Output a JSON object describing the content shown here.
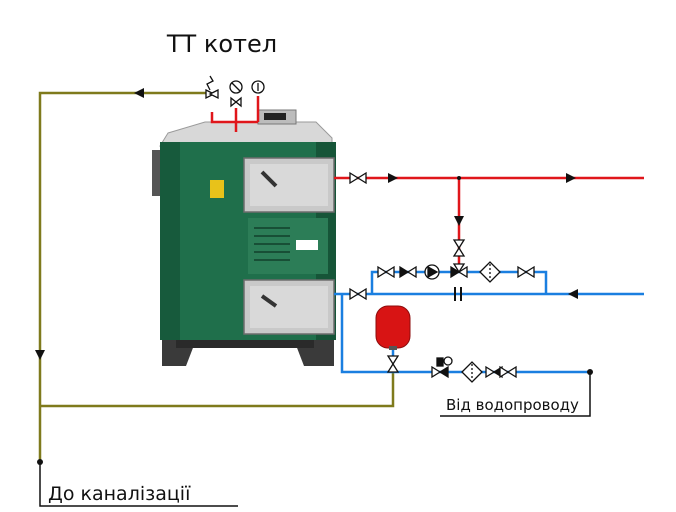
{
  "title": "ТТ котел",
  "labels": {
    "water_supply": "Від водопроводу",
    "sewer": "До каналізації"
  },
  "colors": {
    "hot_supply": "#e0161b",
    "cold_return": "#1a7fe0",
    "drain": "#7f7a1c",
    "boiler_body": "#1f6f4b",
    "expansion_tank": "#d81414",
    "line_black": "#111111"
  },
  "components": [
    {
      "name": "solid-fuel-boiler",
      "label": ""
    },
    {
      "name": "safety-valve",
      "label": ""
    },
    {
      "name": "pressure-gauge",
      "label": ""
    },
    {
      "name": "thermometer",
      "label": ""
    },
    {
      "name": "circulation-pump",
      "label": ""
    },
    {
      "name": "expansion-tank",
      "label": ""
    },
    {
      "name": "filter",
      "label": ""
    },
    {
      "name": "pressure-reducer",
      "label": ""
    },
    {
      "name": "check-valve",
      "label": ""
    },
    {
      "name": "ball-valve",
      "label": ""
    }
  ]
}
